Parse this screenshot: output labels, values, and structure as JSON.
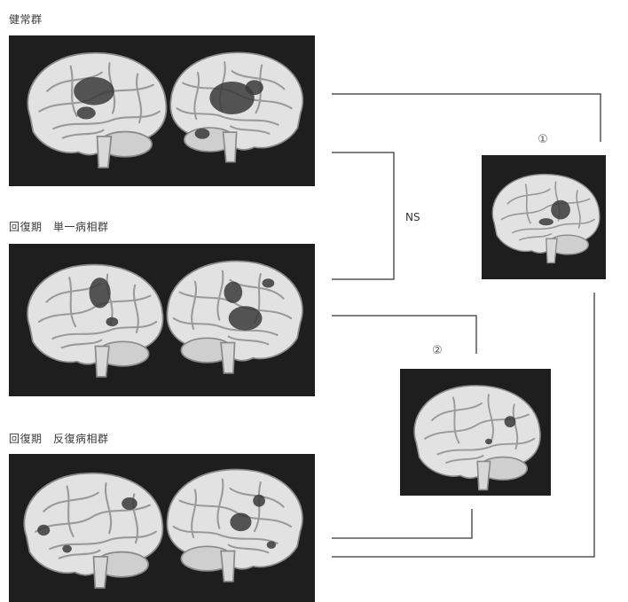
{
  "groups": {
    "healthy": "健常群",
    "single": "回復期　単一病相群",
    "recurrent": "回復期　反復病相群"
  },
  "comparison": {
    "ns": "NS",
    "marker_1": "①",
    "marker_2": "②"
  },
  "colors": {
    "panel_bg": "#1e1e1e",
    "brain_light": "#e2e2e2",
    "brain_shadow": "#8a8a8a",
    "activation": "#3a3a3a",
    "line": "#555555"
  }
}
